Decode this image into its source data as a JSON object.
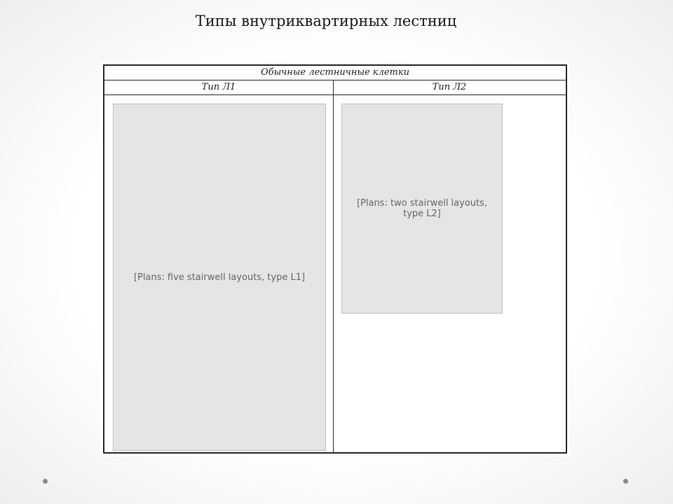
{
  "slide": {
    "title": "Типы внутриквартирных лестниц"
  },
  "figure": {
    "header": "Обычные лестничные клетки",
    "columns": [
      {
        "label": "Тип Л1"
      },
      {
        "label": "Тип Л2"
      }
    ],
    "placeholders": {
      "l1": "[Plans: five stairwell layouts, type L1]",
      "l2": "[Plans: two stairwell layouts, type L2]"
    }
  }
}
